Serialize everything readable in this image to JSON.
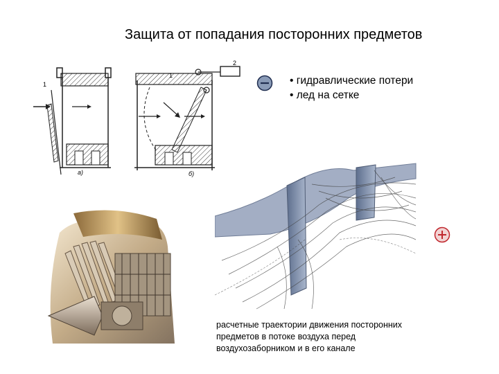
{
  "slide": {
    "title": "Защита от попадания посторонних предметов",
    "minus_sign": "–",
    "plus_sign": "+",
    "drawbacks": [
      "• гидравлические потери",
      "• лед на сетке"
    ],
    "caption_lines": [
      "расчетные траектории движения посторонних",
      "предметов в потоке воздуха перед",
      "воздухозаборником и в его канале"
    ],
    "figure_labels": {
      "a": "а)",
      "b": "б)",
      "part1_left": "1",
      "part1_right": "1",
      "part2_right": "2"
    }
  },
  "colors": {
    "accent_red": "#c0272d",
    "minus_badge": "#8a9bb7",
    "surface_blue": "#7f90ad"
  },
  "icons": [
    "minus-icon",
    "plus-icon"
  ]
}
